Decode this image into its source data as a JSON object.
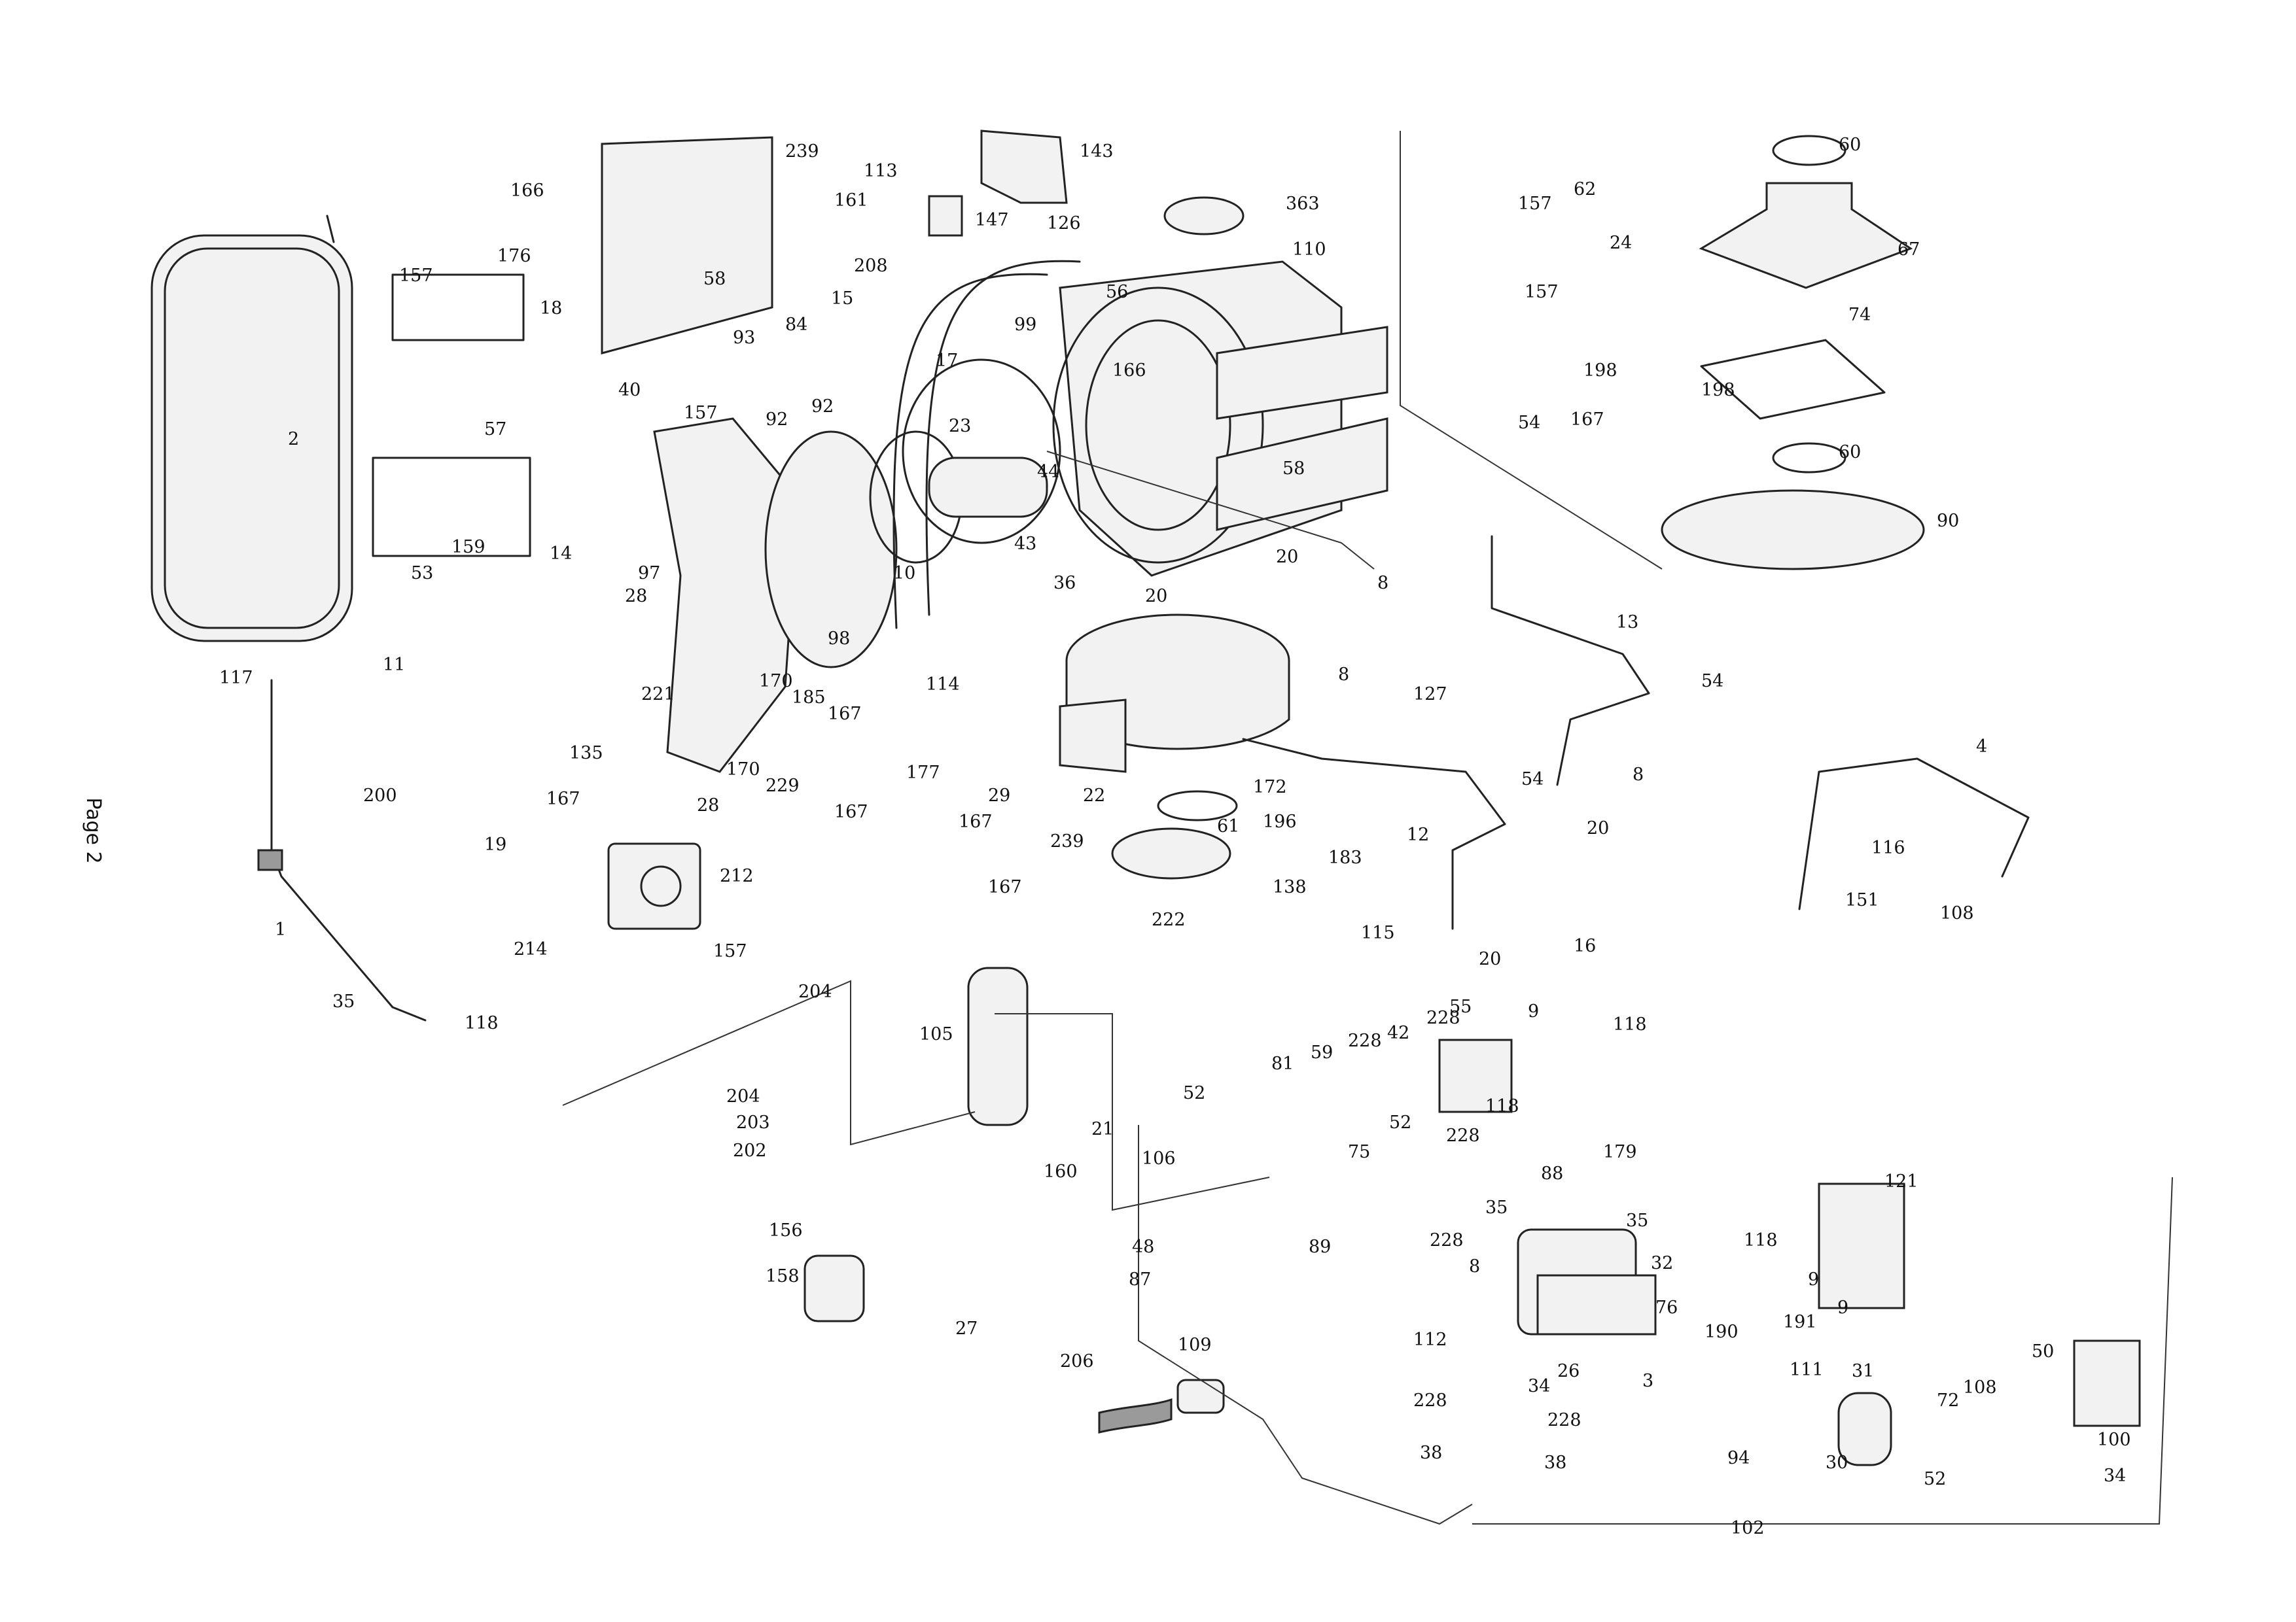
{
  "page": {
    "label": "Page 2"
  },
  "diagram": {
    "parts": [
      {
        "id": "60",
        "label": "60"
      },
      {
        "id": "60b",
        "label": "60"
      },
      {
        "id": "143",
        "label": "143"
      },
      {
        "id": "239",
        "label": "239"
      },
      {
        "id": "113",
        "label": "113"
      },
      {
        "id": "147",
        "label": "147"
      },
      {
        "id": "363",
        "label": "363"
      },
      {
        "id": "166",
        "label": "166"
      },
      {
        "id": "161",
        "label": "161"
      },
      {
        "id": "208",
        "label": "208"
      },
      {
        "id": "126",
        "label": "126"
      },
      {
        "id": "62",
        "label": "62"
      },
      {
        "id": "157a",
        "label": "157"
      },
      {
        "id": "67",
        "label": "67"
      },
      {
        "id": "110",
        "label": "110"
      },
      {
        "id": "24",
        "label": "24"
      },
      {
        "id": "157b",
        "label": "157"
      },
      {
        "id": "176",
        "label": "176"
      },
      {
        "id": "157c",
        "label": "157"
      },
      {
        "id": "18",
        "label": "18"
      },
      {
        "id": "58a",
        "label": "58"
      },
      {
        "id": "15",
        "label": "15"
      },
      {
        "id": "56",
        "label": "56"
      },
      {
        "id": "74",
        "label": "74"
      },
      {
        "id": "99",
        "label": "99"
      },
      {
        "id": "84",
        "label": "84"
      },
      {
        "id": "93",
        "label": "93"
      },
      {
        "id": "198a",
        "label": "198"
      },
      {
        "id": "198b",
        "label": "198"
      },
      {
        "id": "2",
        "label": "2"
      },
      {
        "id": "17",
        "label": "17"
      },
      {
        "id": "166b",
        "label": "166"
      },
      {
        "id": "40",
        "label": "40"
      },
      {
        "id": "157d",
        "label": "157"
      },
      {
        "id": "92a",
        "label": "92"
      },
      {
        "id": "92b",
        "label": "92"
      },
      {
        "id": "54a",
        "label": "54"
      },
      {
        "id": "167a",
        "label": "167"
      },
      {
        "id": "57",
        "label": "57"
      },
      {
        "id": "23",
        "label": "23"
      },
      {
        "id": "44",
        "label": "44"
      },
      {
        "id": "58b",
        "label": "58"
      },
      {
        "id": "90",
        "label": "90"
      },
      {
        "id": "159",
        "label": "159"
      },
      {
        "id": "53",
        "label": "53"
      },
      {
        "id": "43",
        "label": "43"
      },
      {
        "id": "20a",
        "label": "20"
      },
      {
        "id": "14",
        "label": "14"
      },
      {
        "id": "97",
        "label": "97"
      },
      {
        "id": "10",
        "label": "10"
      },
      {
        "id": "36",
        "label": "36"
      },
      {
        "id": "8a",
        "label": "8"
      },
      {
        "id": "28a",
        "label": "28"
      },
      {
        "id": "20b",
        "label": "20"
      },
      {
        "id": "98",
        "label": "98"
      },
      {
        "id": "13",
        "label": "13"
      },
      {
        "id": "11",
        "label": "11"
      },
      {
        "id": "221",
        "label": "221"
      },
      {
        "id": "117",
        "label": "117"
      },
      {
        "id": "170a",
        "label": "170"
      },
      {
        "id": "114",
        "label": "114"
      },
      {
        "id": "8b",
        "label": "8"
      },
      {
        "id": "54b",
        "label": "54"
      },
      {
        "id": "127",
        "label": "127"
      },
      {
        "id": "185",
        "label": "185"
      },
      {
        "id": "167b",
        "label": "167"
      },
      {
        "id": "135",
        "label": "135"
      },
      {
        "id": "170b",
        "label": "170"
      },
      {
        "id": "200",
        "label": "200"
      },
      {
        "id": "229",
        "label": "229"
      },
      {
        "id": "177",
        "label": "177"
      },
      {
        "id": "29",
        "label": "29"
      },
      {
        "id": "22",
        "label": "22"
      },
      {
        "id": "54c",
        "label": "54"
      },
      {
        "id": "8c",
        "label": "8"
      },
      {
        "id": "4",
        "label": "4"
      },
      {
        "id": "167c",
        "label": "167"
      },
      {
        "id": "28b",
        "label": "28"
      },
      {
        "id": "167d",
        "label": "167"
      },
      {
        "id": "167e",
        "label": "167"
      },
      {
        "id": "172",
        "label": "172"
      },
      {
        "id": "196",
        "label": "196"
      },
      {
        "id": "12",
        "label": "12"
      },
      {
        "id": "20c",
        "label": "20"
      },
      {
        "id": "19",
        "label": "19"
      },
      {
        "id": "239b",
        "label": "239"
      },
      {
        "id": "61",
        "label": "61"
      },
      {
        "id": "183",
        "label": "183"
      },
      {
        "id": "116",
        "label": "116"
      },
      {
        "id": "212",
        "label": "212"
      },
      {
        "id": "167f",
        "label": "167"
      },
      {
        "id": "138",
        "label": "138"
      },
      {
        "id": "151",
        "label": "151"
      },
      {
        "id": "115",
        "label": "115"
      },
      {
        "id": "222",
        "label": "222"
      },
      {
        "id": "214",
        "label": "214"
      },
      {
        "id": "157e",
        "label": "157"
      },
      {
        "id": "1",
        "label": "1"
      },
      {
        "id": "108a",
        "label": "108"
      },
      {
        "id": "20d",
        "label": "20"
      },
      {
        "id": "16",
        "label": "16"
      },
      {
        "id": "204a",
        "label": "204"
      },
      {
        "id": "35a",
        "label": "35"
      },
      {
        "id": "118a",
        "label": "118"
      },
      {
        "id": "55",
        "label": "55"
      },
      {
        "id": "9a",
        "label": "9"
      },
      {
        "id": "228a",
        "label": "228"
      },
      {
        "id": "118b",
        "label": "118"
      },
      {
        "id": "42",
        "label": "42"
      },
      {
        "id": "228b",
        "label": "228"
      },
      {
        "id": "105",
        "label": "105"
      },
      {
        "id": "59",
        "label": "59"
      },
      {
        "id": "81",
        "label": "81"
      },
      {
        "id": "52a",
        "label": "52"
      },
      {
        "id": "204b",
        "label": "204"
      },
      {
        "id": "52b",
        "label": "52"
      },
      {
        "id": "118c",
        "label": "118"
      },
      {
        "id": "203",
        "label": "203"
      },
      {
        "id": "21",
        "label": "21"
      },
      {
        "id": "228c",
        "label": "228"
      },
      {
        "id": "202",
        "label": "202"
      },
      {
        "id": "75",
        "label": "75"
      },
      {
        "id": "179",
        "label": "179"
      },
      {
        "id": "106",
        "label": "106"
      },
      {
        "id": "160",
        "label": "160"
      },
      {
        "id": "88",
        "label": "88"
      },
      {
        "id": "121",
        "label": "121"
      },
      {
        "id": "35b",
        "label": "35"
      },
      {
        "id": "228d",
        "label": "228"
      },
      {
        "id": "35c",
        "label": "35"
      },
      {
        "id": "156",
        "label": "156"
      },
      {
        "id": "118d",
        "label": "118"
      },
      {
        "id": "89",
        "label": "89"
      },
      {
        "id": "48",
        "label": "48"
      },
      {
        "id": "8d",
        "label": "8"
      },
      {
        "id": "32",
        "label": "32"
      },
      {
        "id": "158",
        "label": "158"
      },
      {
        "id": "87",
        "label": "87"
      },
      {
        "id": "9b",
        "label": "9"
      },
      {
        "id": "9c",
        "label": "9"
      },
      {
        "id": "76",
        "label": "76"
      },
      {
        "id": "191",
        "label": "191"
      },
      {
        "id": "190",
        "label": "190"
      },
      {
        "id": "27",
        "label": "27"
      },
      {
        "id": "112",
        "label": "112"
      },
      {
        "id": "50",
        "label": "50"
      },
      {
        "id": "206",
        "label": "206"
      },
      {
        "id": "109",
        "label": "109"
      },
      {
        "id": "26",
        "label": "26"
      },
      {
        "id": "111",
        "label": "111"
      },
      {
        "id": "31",
        "label": "31"
      },
      {
        "id": "3",
        "label": "3"
      },
      {
        "id": "34a",
        "label": "34"
      },
      {
        "id": "108b",
        "label": "108"
      },
      {
        "id": "228e",
        "label": "228"
      },
      {
        "id": "228f",
        "label": "228"
      },
      {
        "id": "72",
        "label": "72"
      },
      {
        "id": "100",
        "label": "100"
      },
      {
        "id": "38a",
        "label": "38"
      },
      {
        "id": "94",
        "label": "94"
      },
      {
        "id": "30",
        "label": "30"
      },
      {
        "id": "38b",
        "label": "38"
      },
      {
        "id": "52c",
        "label": "52"
      },
      {
        "id": "34b",
        "label": "34"
      },
      {
        "id": "102",
        "label": "102"
      }
    ]
  }
}
